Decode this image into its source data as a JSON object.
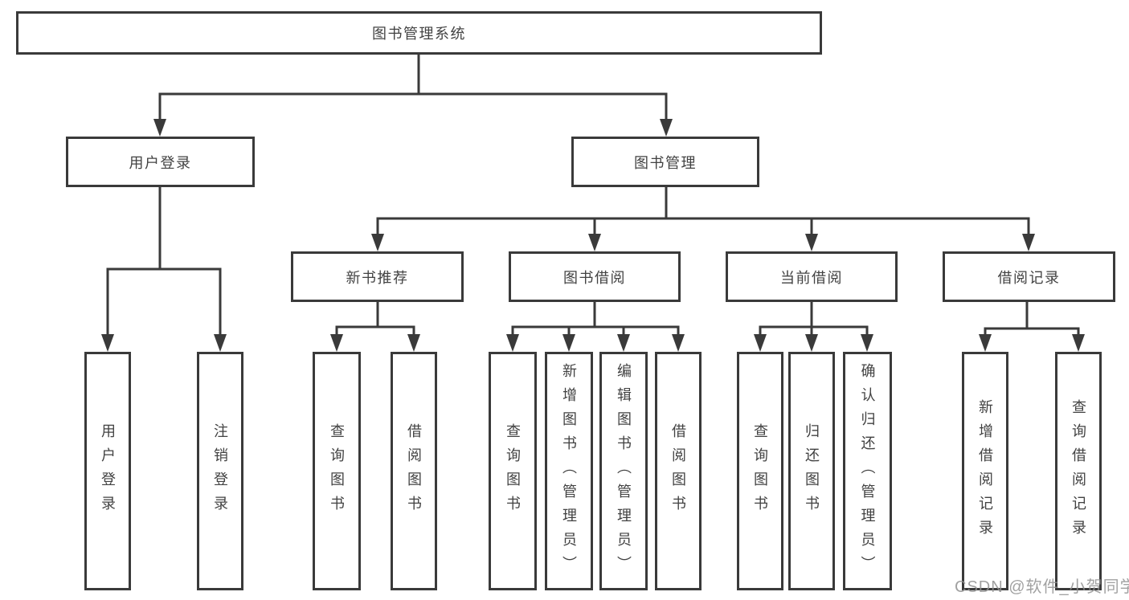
{
  "diagram": {
    "watermark": "CSDN @软件_小贺同学",
    "colors": {
      "line": "#3a3a3a",
      "box_border": "#3a3a3a",
      "text": "#424242",
      "watermark": "#919191",
      "background": "#ffffff"
    },
    "tree": {
      "root": {
        "label": "图书管理系统",
        "children": [
          {
            "label": "用户登录",
            "children": [
              {
                "label": "用户登录"
              },
              {
                "label": "注销登录"
              }
            ]
          },
          {
            "label": "图书管理",
            "children": [
              {
                "label": "新书推荐",
                "children": [
                  {
                    "label": "查询图书"
                  },
                  {
                    "label": "借阅图书"
                  }
                ]
              },
              {
                "label": "图书借阅",
                "children": [
                  {
                    "label": "查询图书"
                  },
                  {
                    "label": "新增图书（管理员）"
                  },
                  {
                    "label": "编辑图书（管理员）"
                  },
                  {
                    "label": "借阅图书"
                  }
                ]
              },
              {
                "label": "当前借阅",
                "children": [
                  {
                    "label": "查询图书"
                  },
                  {
                    "label": "归还图书"
                  },
                  {
                    "label": "确认归还（管理员）"
                  }
                ]
              },
              {
                "label": "借阅记录",
                "children": [
                  {
                    "label": "新增借阅记录"
                  },
                  {
                    "label": "查询借阅记录"
                  }
                ]
              }
            ]
          }
        ]
      }
    }
  }
}
